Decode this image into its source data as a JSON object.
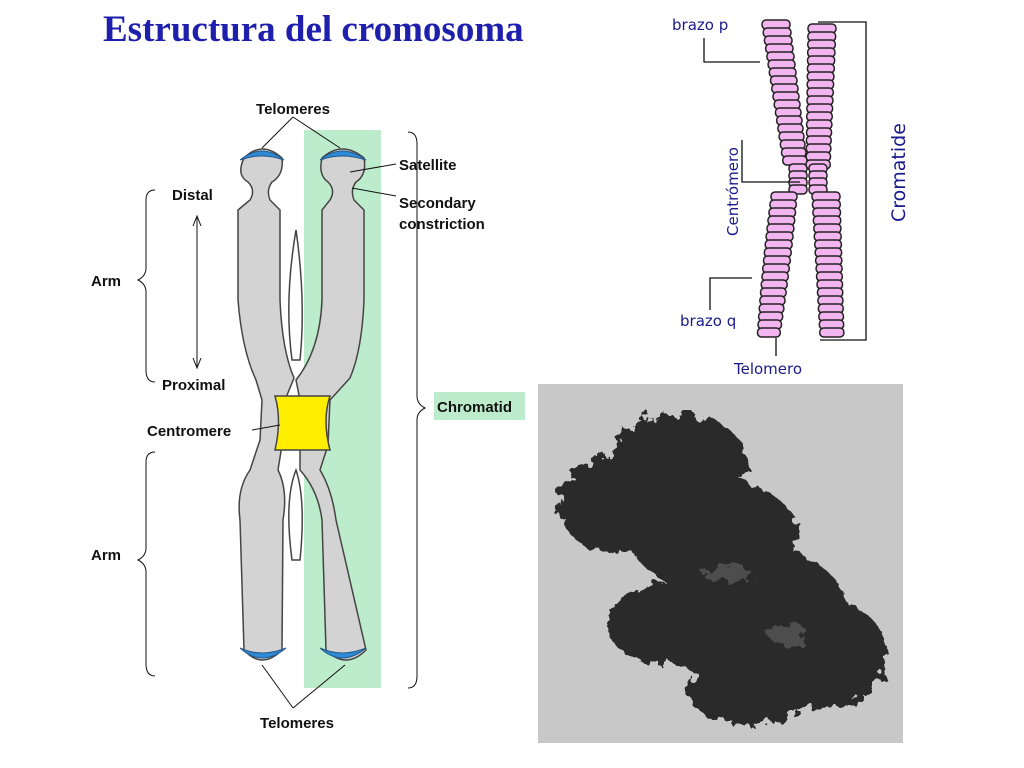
{
  "title": "Estructura del cromosoma",
  "left_diagram": {
    "telomeres_top": "Telomeres",
    "telomeres_bottom": "Telomeres",
    "satellite": "Satellite",
    "secondary_constriction_1": "Secondary",
    "secondary_constriction_2": "constriction",
    "distal": "Distal",
    "proximal": "Proximal",
    "arm_top": "Arm",
    "arm_bottom": "Arm",
    "centromere": "Centromere",
    "chromatid": "Chromatid",
    "colors": {
      "chromatid_fill": "#d3d3d3",
      "highlight": "#bdeccc",
      "centromere": "#ffee00",
      "telomere": "#2e8ad6"
    }
  },
  "right_diagram": {
    "brazo_p": "brazo p",
    "centromero": "Centrómero",
    "brazo_q": "brazo q",
    "telomero": "Telomero",
    "cromatide": "Cromatide",
    "colors": {
      "band_fill": "#f3b5ef",
      "band_stroke": "#222222",
      "label": "#1a1a8c"
    }
  },
  "micrograph": {
    "icon": "chromosome-micrograph"
  }
}
